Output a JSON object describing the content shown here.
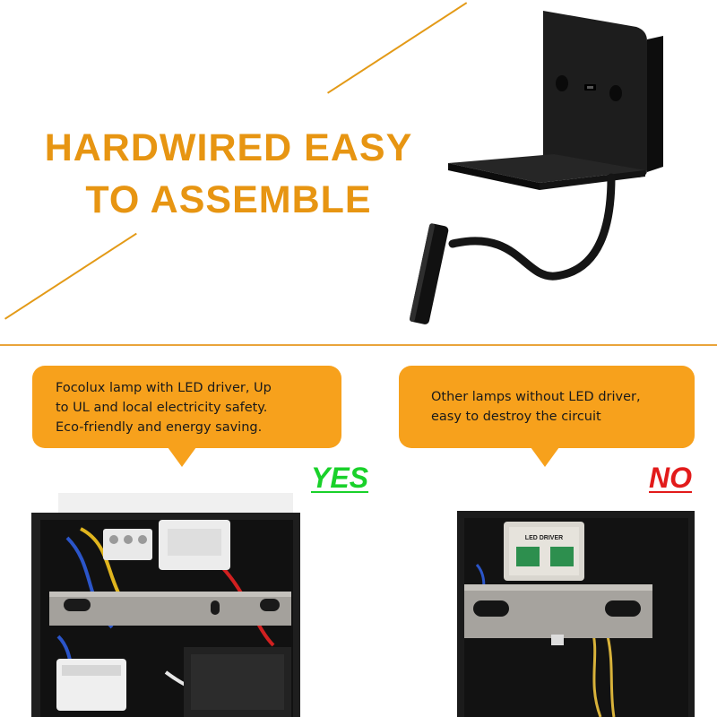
{
  "headline": {
    "line1": "HARDWIRED EASY",
    "line2": "TO ASSEMBLE"
  },
  "comparison": {
    "good": {
      "text": "Focolux lamp with LED driver, Up\nto UL and local electricity safety.\nEco-friendly and energy saving.",
      "verdict": "YES",
      "verdict_color": "#19d12a"
    },
    "bad": {
      "text": "Other lamps without LED driver,\neasy to destroy the circuit",
      "verdict": "NO",
      "verdict_color": "#e21b1b"
    }
  },
  "driver_label": "LED DRIVER",
  "colors": {
    "accent": "#e79512",
    "bubble": "#f7a11c",
    "product": "#1c1c1c"
  }
}
